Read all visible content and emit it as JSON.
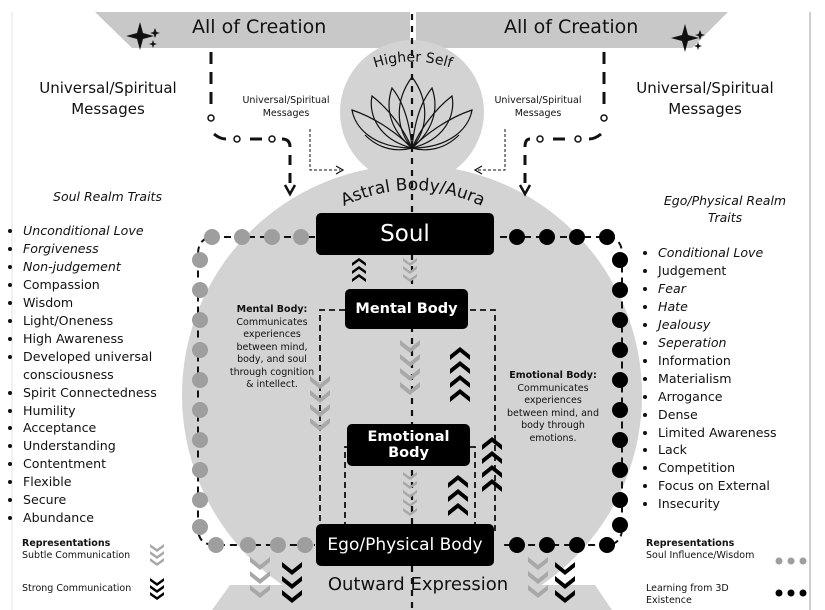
{
  "header": {
    "left_title": "All of Creation",
    "right_title": "All of Creation"
  },
  "higher_self": "Higher Self",
  "astral": "Astral Body/Aura",
  "messages": {
    "left_big": [
      "Universal/Spiritual",
      "Messages"
    ],
    "right_big": [
      "Universal/Spiritual",
      "Messages"
    ],
    "left_small": [
      "Universal/Spiritual",
      "Messages"
    ],
    "right_small": [
      "Universal/Spiritual",
      "Messages"
    ]
  },
  "boxes": {
    "soul": "Soul",
    "mental": "Mental Body",
    "emotional": [
      "Emotional",
      "Body"
    ],
    "ego": "Ego/Physical Body"
  },
  "outward": "Outward Expression",
  "mental_note": {
    "title": "Mental Body:",
    "lines": [
      "Communicates",
      "experiences",
      "between mind,",
      "body, and soul",
      "through cognition",
      "& intellect."
    ]
  },
  "emotional_note": {
    "title": "Emotional Body:",
    "lines": [
      "Communicates",
      "experiences",
      "between mind, and",
      "body through",
      "emotions."
    ]
  },
  "soul_traits": {
    "title": "Soul Realm Traits",
    "items": [
      {
        "text": "Unconditional Love",
        "italic": true
      },
      {
        "text": "Forgiveness",
        "italic": true
      },
      {
        "text": "Non-judgement",
        "italic": true
      },
      {
        "text": "Compassion",
        "italic": false
      },
      {
        "text": "Wisdom",
        "italic": false
      },
      {
        "text": "Light/Oneness",
        "italic": false
      },
      {
        "text": "High Awareness",
        "italic": false
      },
      {
        "text": "Developed universal consciousness",
        "italic": false
      },
      {
        "text": "Spirit Connectedness",
        "italic": false
      },
      {
        "text": "Humility",
        "italic": false
      },
      {
        "text": "Acceptance",
        "italic": false
      },
      {
        "text": "Understanding",
        "italic": false
      },
      {
        "text": "Contentment",
        "italic": false
      },
      {
        "text": "Flexible",
        "italic": false
      },
      {
        "text": "Secure",
        "italic": false
      },
      {
        "text": "Abundance",
        "italic": false
      }
    ]
  },
  "ego_traits": {
    "title": [
      "Ego/Physical Realm",
      "Traits"
    ],
    "items": [
      {
        "text": "Conditional Love",
        "italic": true
      },
      {
        "text": "Judgement",
        "italic": false
      },
      {
        "text": "Fear",
        "italic": true
      },
      {
        "text": "Hate",
        "italic": true
      },
      {
        "text": "Jealousy",
        "italic": true
      },
      {
        "text": "Seperation",
        "italic": true
      },
      {
        "text": "Information",
        "italic": false
      },
      {
        "text": "Materialism",
        "italic": false
      },
      {
        "text": "Arrogance",
        "italic": false
      },
      {
        "text": "Dense",
        "italic": false
      },
      {
        "text": "Limited Awareness",
        "italic": false
      },
      {
        "text": "Lack",
        "italic": false
      },
      {
        "text": "Competition",
        "italic": false
      },
      {
        "text": "Focus on External",
        "italic": false
      },
      {
        "text": "Insecurity",
        "italic": false
      }
    ]
  },
  "legend_left": {
    "title": "Representations",
    "subtle": "Subtle Communication",
    "strong": "Strong Communication"
  },
  "legend_right": {
    "title": "Representations",
    "soul_influence": "Soul Influence/Wisdom",
    "learning": [
      "Learning from 3D",
      "Existence"
    ]
  },
  "colors": {
    "black": "#000000",
    "gray_dot": "#9e9e9e",
    "aura": "#d3d3d3",
    "banner": "#c8c8c8",
    "subtle_chevron": "#a8a8a8"
  }
}
